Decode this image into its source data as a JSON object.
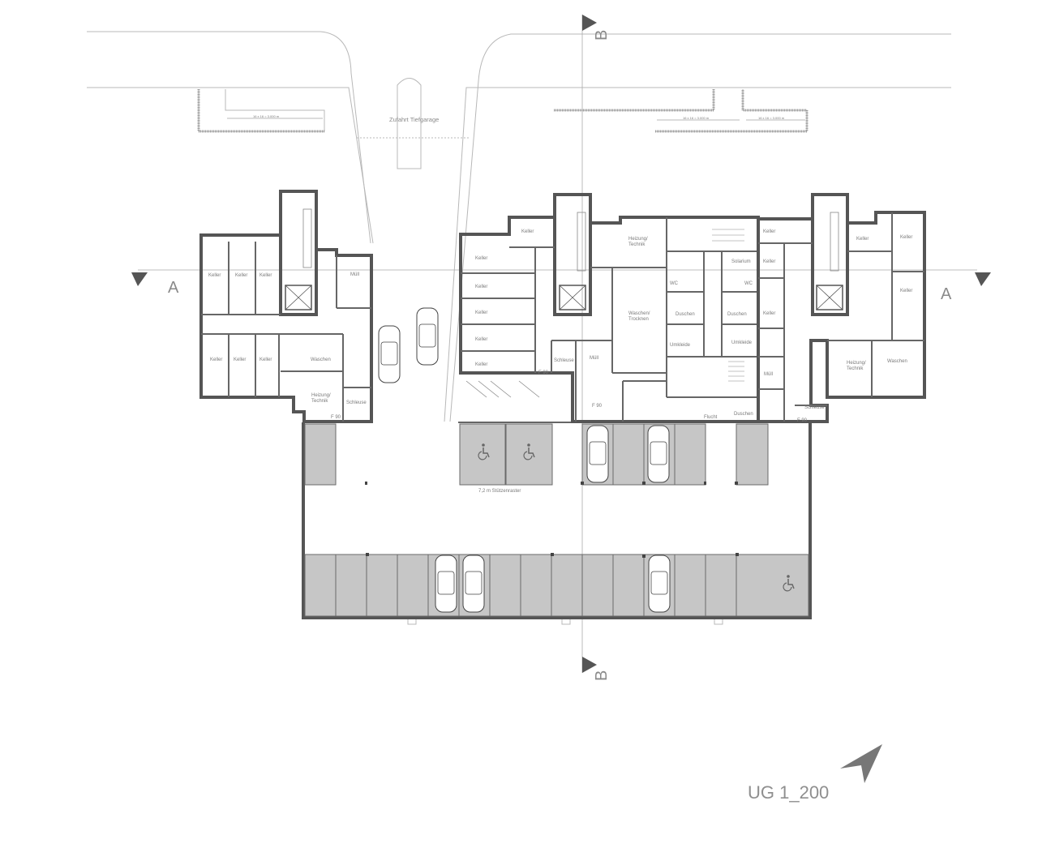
{
  "drawing": {
    "scale_label": "UG 1_200",
    "access_label": "Zufahrt Tiefgarage",
    "column_grid_label": "7,2 m Stützenraster",
    "section_a": "A",
    "section_b": "B",
    "parking_dim": "16 x 16 = 3.000 m"
  },
  "rooms": {
    "keller": "Keller",
    "waschen": "Waschen",
    "heizung": "Heizung/\nTechnik",
    "muell": "Müll",
    "schleuse": "Schleuse",
    "waschen_trocknen": "Waschen/\nTrocknen",
    "duschen": "Duschen",
    "umkleide": "Umkleide",
    "wc": "WC",
    "solarium": "Solarium",
    "flucht": "Flucht",
    "door_f90": "F 90"
  },
  "colors": {
    "wall": "#555555",
    "parking": "#c6c6c6",
    "text": "#8a8a8a"
  }
}
